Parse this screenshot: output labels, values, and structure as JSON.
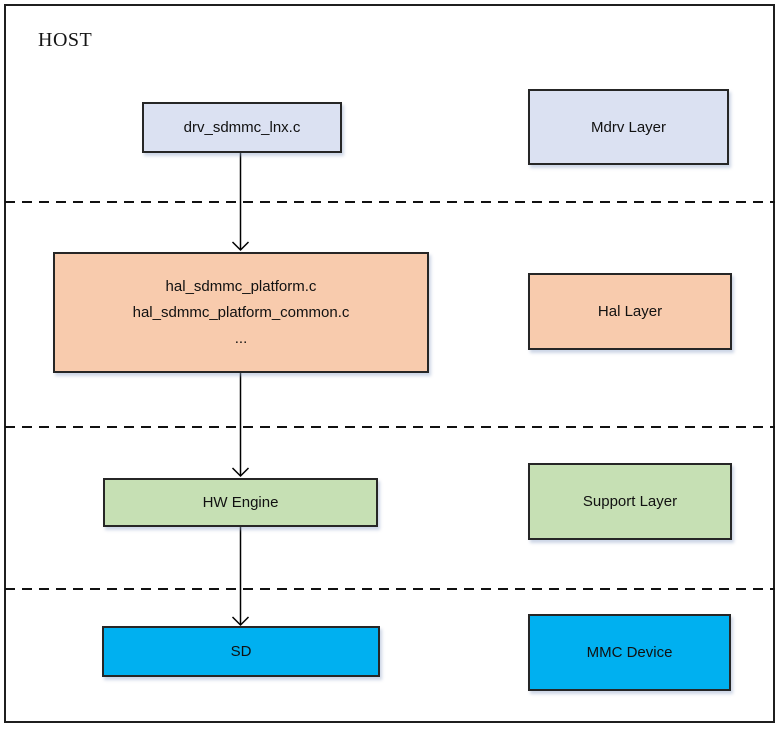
{
  "diagram": {
    "host_label": "HOST",
    "flow_boxes": [
      {
        "label": "drv_sdmmc_lnx.c",
        "color": "#dbe1f2"
      },
      {
        "lines": [
          "hal_sdmmc_platform.c",
          "hal_sdmmc_platform_common.c",
          "..."
        ],
        "color": "#f8cbad"
      },
      {
        "label": "HW Engine",
        "color": "#c6e0b4"
      },
      {
        "label": "SD",
        "color": "#00b0f0"
      }
    ],
    "layer_boxes": [
      {
        "label": "Mdrv Layer",
        "color": "#dbe1f2"
      },
      {
        "label": "Hal Layer",
        "color": "#f8cbad"
      },
      {
        "label": "Support Layer",
        "color": "#c6e0b4"
      },
      {
        "label": "MMC Device",
        "color": "#00b0f0"
      }
    ],
    "colors": {
      "border": "#262626",
      "outer_border": "#1f1f1f",
      "connector": "#000000",
      "separator": "#111111"
    }
  }
}
